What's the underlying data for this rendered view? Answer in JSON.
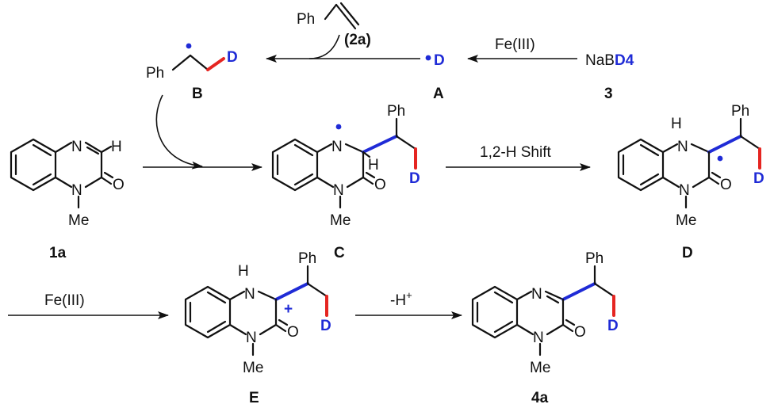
{
  "colors": {
    "deuterium": "#1f2bd6",
    "new_bond": "#1f2bd6",
    "cd_bond": "#e52521",
    "ink": "#111111"
  },
  "atoms": {
    "ph": "Ph",
    "d": "D",
    "n": "N",
    "h": "H",
    "hn": "H",
    "o": "O",
    "me": "Me",
    "plus": "+"
  },
  "reagents": {
    "nabd4_prefix": "NaB",
    "nabd4_d4": "D4",
    "fe_top": "Fe(III)",
    "fe_bottom": "Fe(III)",
    "h_shift": "1,2-H Shift",
    "minus_h": "-H",
    "minus_h_sup": "+"
  },
  "compounds": {
    "c3": "3",
    "cA": "A",
    "cB": "B",
    "c2a": "(2a)",
    "c1a": "1a",
    "cC": "C",
    "cD": "D",
    "cE": "E",
    "c4a": "4a"
  }
}
